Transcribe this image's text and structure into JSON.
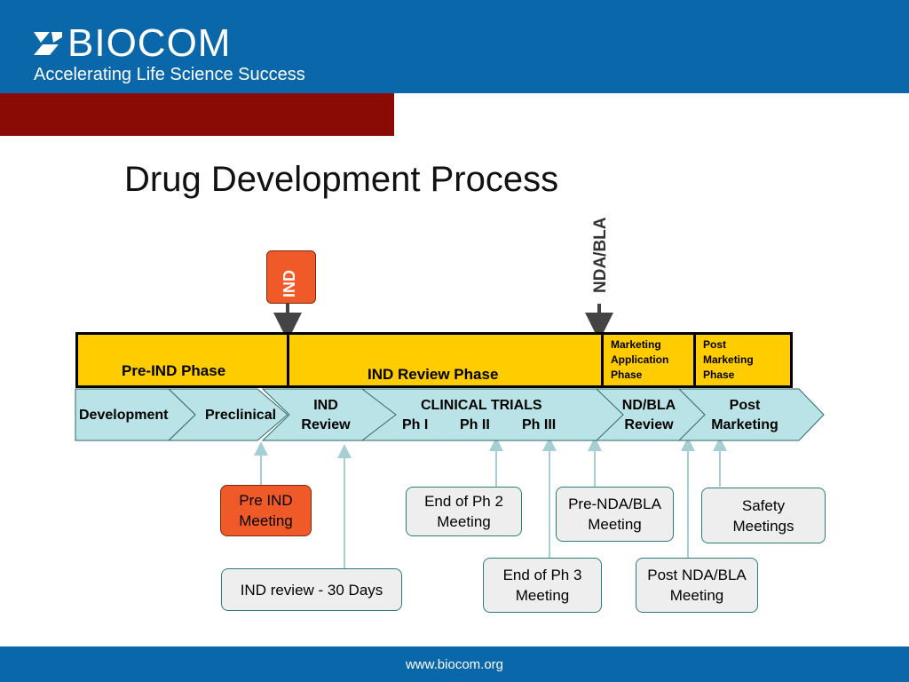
{
  "header": {
    "brand": "BIOCOM",
    "tagline": "Accelerating Life Science Success"
  },
  "title": "Drug Development Process",
  "milestones": {
    "ind": "IND",
    "nda_bla": "NDA/BLA"
  },
  "phase_bar": {
    "pre_ind": "Pre-IND Phase",
    "ind_review": "IND Review Phase",
    "marketing_app": "Marketing\nApplication\nPhase",
    "post_marketing": "Post\nMarketing\nPhase"
  },
  "steps": {
    "development": "Development",
    "preclinical": "Preclinical",
    "ind_review_1": "IND",
    "ind_review_2": "Review",
    "clinical": "CLINICAL TRIALS",
    "ph1": "Ph I",
    "ph2": "Ph II",
    "ph3": "Ph III",
    "nda_1": "ND/BLA",
    "nda_2": "Review",
    "post_1": "Post",
    "post_2": "Marketing"
  },
  "meetings": {
    "pre_ind": "Pre IND\nMeeting",
    "ind_review_days": "IND review - 30 Days",
    "end_ph2": "End of Ph 2\nMeeting",
    "end_ph3": "End of Ph 3\nMeeting",
    "pre_nda": "Pre-NDA/BLA\nMeeting",
    "post_nda": "Post NDA/BLA\nMeeting",
    "safety": "Safety\nMeetings"
  },
  "colors": {
    "header_blue": "#0a67a9",
    "header_red": "#8a0b05",
    "phase_yellow": "#ffcc00",
    "step_fill": "#b9e3e6",
    "highlight_orange": "#f05a28"
  },
  "footer": {
    "url": "www.biocom.org"
  }
}
